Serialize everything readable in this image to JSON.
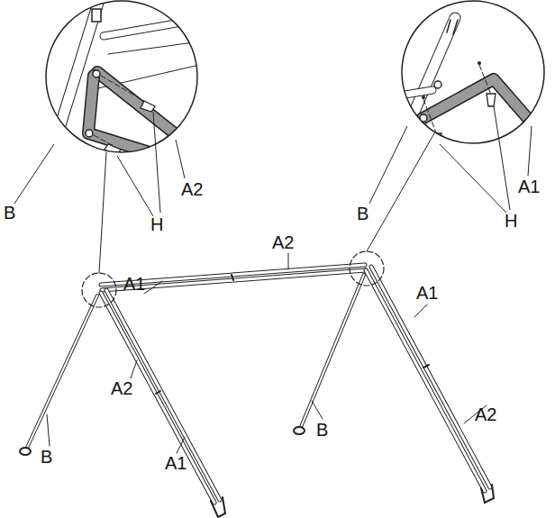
{
  "diagram": {
    "labels": [
      "A1",
      "A2",
      "B",
      "B",
      "H",
      "H",
      "A2",
      "A1",
      "A1",
      "A2",
      "A2",
      "B",
      "B",
      "A1"
    ]
  }
}
